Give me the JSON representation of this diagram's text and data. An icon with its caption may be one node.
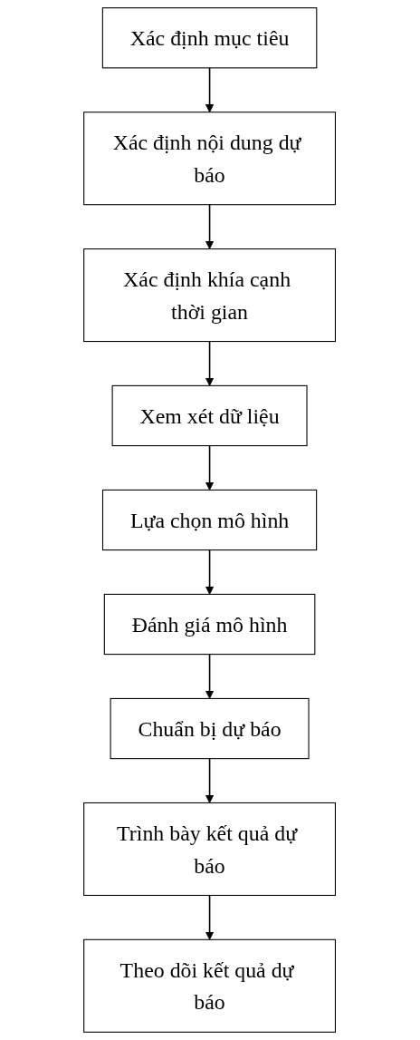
{
  "diagram": {
    "nodes": [
      {
        "text": [
          "Xác định mục tiêu"
        ]
      },
      {
        "text": [
          "Xác định nội dung dự báo"
        ]
      },
      {
        "text": [
          "Xác định khía cạnh thời gian"
        ]
      },
      {
        "text": [
          "Xem xét dữ liệu"
        ]
      },
      {
        "text": [
          "Lựa chọn mô hình"
        ]
      },
      {
        "text": [
          "Đánh giá mô hình"
        ]
      },
      {
        "text": [
          "Chuẩn bị dự báo"
        ]
      },
      {
        "text": [
          "Trình bày kết quả dự báo"
        ]
      },
      {
        "text": [
          "Theo dõi kết quả dự báo"
        ]
      }
    ],
    "edges": [
      {
        "from": 0,
        "to": 1,
        "arrow": "to"
      },
      {
        "from": 1,
        "to": 2,
        "arrow": "to"
      },
      {
        "from": 2,
        "to": 3,
        "arrow": "to"
      },
      {
        "from": 3,
        "to": 4,
        "arrow": "to"
      },
      {
        "from": 4,
        "to": 5,
        "arrow": "to"
      },
      {
        "from": 5,
        "to": 6,
        "arrow": "to"
      },
      {
        "from": 6,
        "to": 7,
        "arrow": "to"
      },
      {
        "from": 7,
        "to": 8,
        "arrow": "to"
      }
    ]
  }
}
